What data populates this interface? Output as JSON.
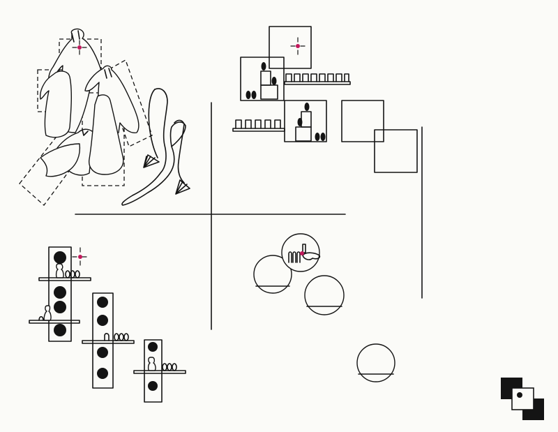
{
  "colors": {
    "paper": "#fbfbf8",
    "ink": "#141414",
    "accent": "#c2185b"
  },
  "diagram": {
    "quadrants": [
      "garment-sketches",
      "boxes-and-shelves",
      "shelf-columns",
      "circles"
    ],
    "icons": [
      "crosshair-icon",
      "crosshair-icon",
      "crosshair-icon",
      "stacked-squares-logo"
    ]
  }
}
